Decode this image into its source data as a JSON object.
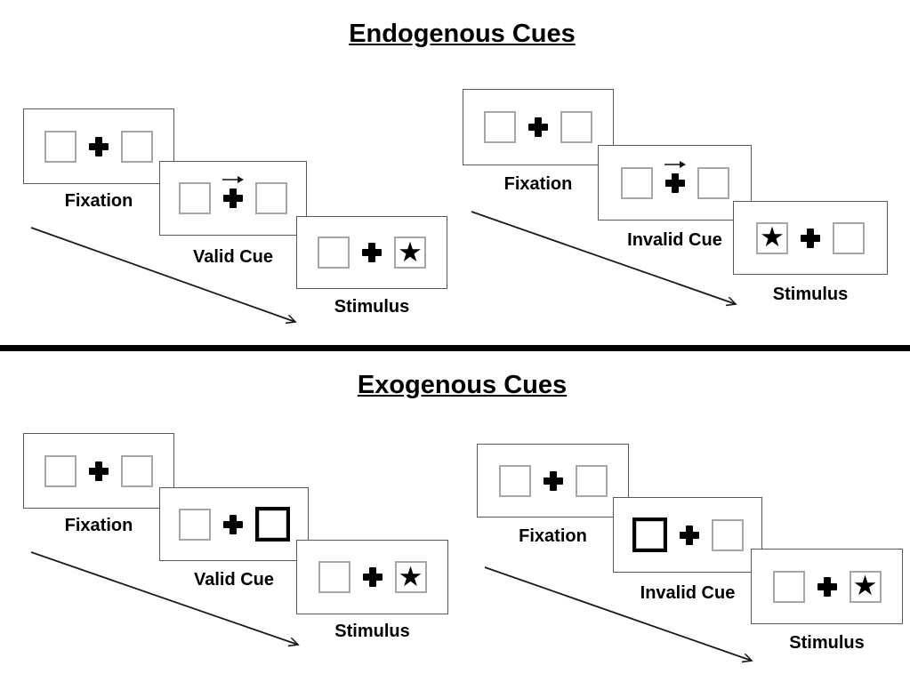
{
  "colors": {
    "background": "#ffffff",
    "panel_border": "#595959",
    "box_border": "#a6a6a6",
    "ink": "#000000"
  },
  "glyphs": {
    "star": "★"
  },
  "sections": [
    {
      "title": "Endogenous Cues",
      "trials": [
        {
          "cue_type": "valid",
          "cue_symbol": "central-right-arrow",
          "stimulus_side": "right",
          "panels": [
            {
              "label": "Fixation"
            },
            {
              "label": "Valid Cue"
            },
            {
              "label": "Stimulus"
            }
          ]
        },
        {
          "cue_type": "invalid",
          "cue_symbol": "central-right-arrow",
          "stimulus_side": "left",
          "panels": [
            {
              "label": "Fixation"
            },
            {
              "label": "Invalid Cue"
            },
            {
              "label": "Stimulus"
            }
          ]
        }
      ]
    },
    {
      "title": "Exogenous Cues",
      "trials": [
        {
          "cue_type": "valid",
          "cue_symbol": "highlighted-right-box",
          "stimulus_side": "right",
          "panels": [
            {
              "label": "Fixation"
            },
            {
              "label": "Valid Cue"
            },
            {
              "label": "Stimulus"
            }
          ]
        },
        {
          "cue_type": "invalid",
          "cue_symbol": "highlighted-left-box",
          "stimulus_side": "right",
          "panels": [
            {
              "label": "Fixation"
            },
            {
              "label": "Invalid Cue"
            },
            {
              "label": "Stimulus"
            }
          ]
        }
      ]
    }
  ]
}
